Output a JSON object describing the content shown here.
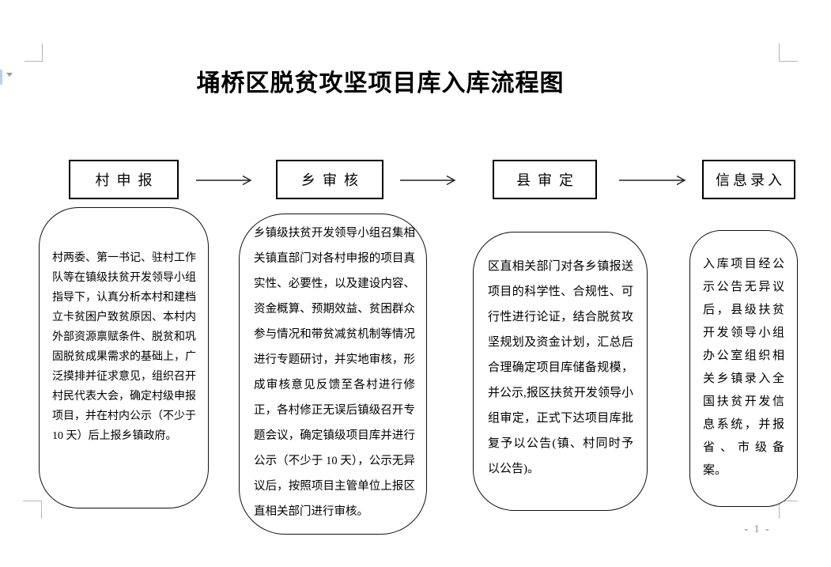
{
  "page": {
    "title": "埇桥区脱贫攻坚项目库入库流程图",
    "page_number": {
      "prefix": "-",
      "number": "1",
      "suffix": "-"
    }
  },
  "flow": {
    "steps": [
      {
        "label": "村申报",
        "detail": "村两委、第一书记、驻村工作队等在镇级扶贫开发领导小组指导下，认真分析本村和建档立卡贫困户致贫原因、本村内外部资源禀赋条件、脱贫和巩固脱贫成果需求的基础上，广泛摸排并征求意见，组织召开村民代表大会，确定村级申报项目，并在村内公示（不少于 10 天）后上报乡镇政府。"
      },
      {
        "label": "乡审核",
        "detail": "乡镇级扶贫开发领导小组召集相关镇直部门对各村申报的项目真实性、必要性，以及建设内容、资金概算、预期效益、贫困群众参与情况和带贫减贫机制等情况进行专题研讨，并实地审核，形成审核意见反馈至各村进行修正，各村修正无误后镇级召开专题会议，确定镇级项目库并进行公示（不少于 10 天），公示无异议后，按照项目主管单位上报区直相关部门进行审核。"
      },
      {
        "label": "县审定",
        "detail": "区直相关部门对各乡镇报送项目的科学性、合规性、可行性进行论证，结合脱贫攻坚规划及资金计划，汇总后合理确定项目库储备规模，并公示,报区扶贫开发领导小组审定，正式下达项目库批复予以公告(镇、村同时予以公告)。"
      },
      {
        "label": "信息录入",
        "detail": "入库项目经公示公告无异议后，县级扶贫开发领导小组办公室组织相关乡镇录入全国扶贫开发信息系统，并报省、市级备案。"
      }
    ]
  }
}
